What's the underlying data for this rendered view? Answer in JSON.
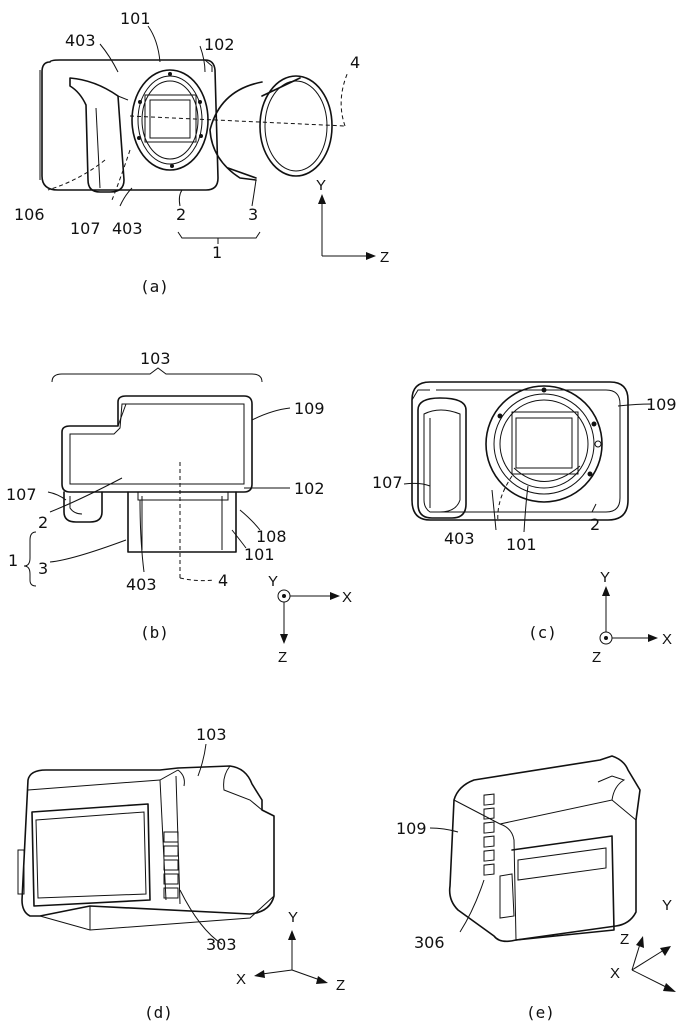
{
  "captions": {
    "a": "(a)",
    "b": "(b)",
    "c": "(c)",
    "d": "(d)",
    "e": "(e)"
  },
  "labels": {
    "a": {
      "l101": "101",
      "l403t": "403",
      "l102": "102",
      "l4": "4",
      "l106": "106",
      "l107": "107",
      "l403b": "403",
      "l2": "2",
      "l3": "3",
      "l1": "1"
    },
    "b": {
      "l103": "103",
      "l109": "109",
      "l107": "107",
      "l102": "102",
      "l2": "2",
      "l108": "108",
      "l1": "1",
      "l3": "3",
      "l101": "101",
      "l403": "403",
      "l4": "4"
    },
    "c": {
      "l109": "109",
      "l107": "107",
      "l403": "403",
      "l101": "101",
      "l2": "2"
    },
    "d": {
      "l103": "103",
      "l303": "303"
    },
    "e": {
      "l109": "109",
      "l306": "306"
    }
  },
  "axes": {
    "a": {
      "y": "Y",
      "z": "Z"
    },
    "b": {
      "y": "Y",
      "x": "X",
      "z": "Z"
    },
    "c": {
      "y": "Y",
      "x": "X",
      "z": "Z"
    },
    "d": {
      "y": "Y",
      "x": "X",
      "z": "Z"
    },
    "e": {
      "y": "Y",
      "z": "Z",
      "x": "X"
    }
  },
  "colors": {
    "line": "#111111",
    "background": "#ffffff"
  }
}
